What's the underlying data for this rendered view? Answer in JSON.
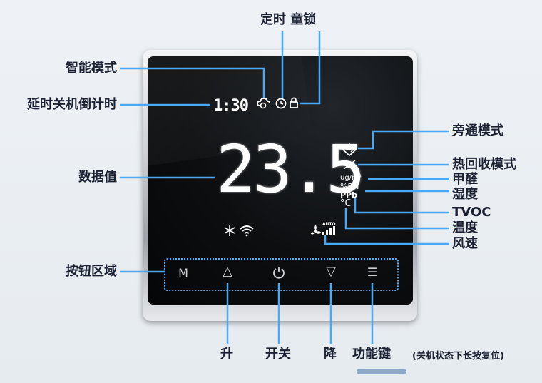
{
  "labels": {
    "timer_child_lock": "定时 童锁",
    "smart_mode": "智能模式",
    "delay_shutdown": "延时关机倒计时",
    "data_value": "数据值",
    "button_area": "按钮区域",
    "bypass_mode": "旁通模式",
    "heat_recovery": "热回收模式",
    "formaldehyde": "甲醛",
    "humidity": "湿度",
    "tvoc": "TVOC",
    "temperature": "温度",
    "fan_speed": "风速",
    "up": "升",
    "power": "开关",
    "down": "降",
    "function_key": "功能键",
    "reset_note": "(关机状态下长按复位)"
  },
  "display": {
    "timer": "1:30",
    "main_value": "23.5",
    "unit_formaldehyde": "ug/m³",
    "unit_humidity": "%RH",
    "unit_tvoc": "PPb",
    "unit_temp": "°C",
    "fan_auto": "AUTO"
  },
  "buttons": {
    "mode": "M",
    "up": "△",
    "down": "▽",
    "menu": "☰"
  },
  "colors": {
    "callout_line": "#4aa8f5",
    "label_text": "#1c2233",
    "screen": "#0c0e10"
  }
}
